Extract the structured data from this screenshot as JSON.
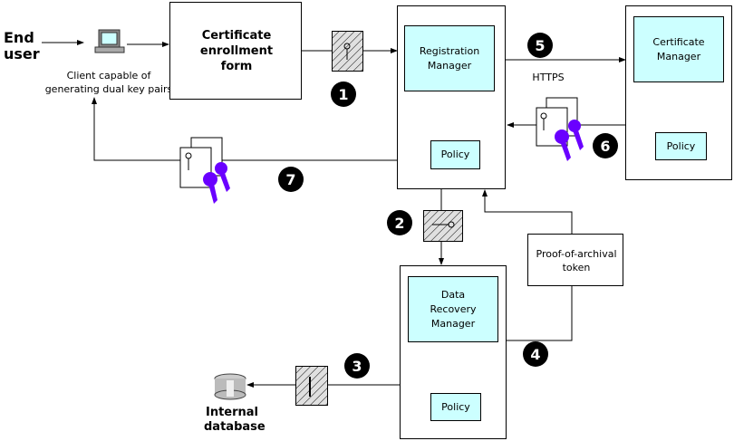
{
  "diagram": {
    "end_user": {
      "line1": "End",
      "line2": "user"
    },
    "client": {
      "line1": "Client capable of",
      "line2": "generating dual key pairs",
      "icon": "computer-icon"
    },
    "enrollment_form": {
      "line1": "Certificate",
      "line2": "enrollment",
      "line3": "form"
    },
    "registration_manager": {
      "line1": "Registration",
      "line2": "Manager",
      "policy": "Policy"
    },
    "certificate_manager": {
      "line1": "Certificate",
      "line2": "Manager",
      "policy": "Policy"
    },
    "data_recovery_manager": {
      "line1": "Data",
      "line2": "Recovery",
      "line3": "Manager",
      "policy": "Policy"
    },
    "proof_token": {
      "line1": "Proof-of-archival",
      "line2": "token"
    },
    "internal_database": {
      "line1": "Internal",
      "line2": "database",
      "icon": "database-icon"
    },
    "https_label": "HTTPS",
    "steps": [
      "1",
      "2",
      "3",
      "4",
      "5",
      "6",
      "7"
    ],
    "colors": {
      "manager_fill": "#ccffff",
      "ribbon": "#6a00ff",
      "badge": "#000000"
    }
  }
}
